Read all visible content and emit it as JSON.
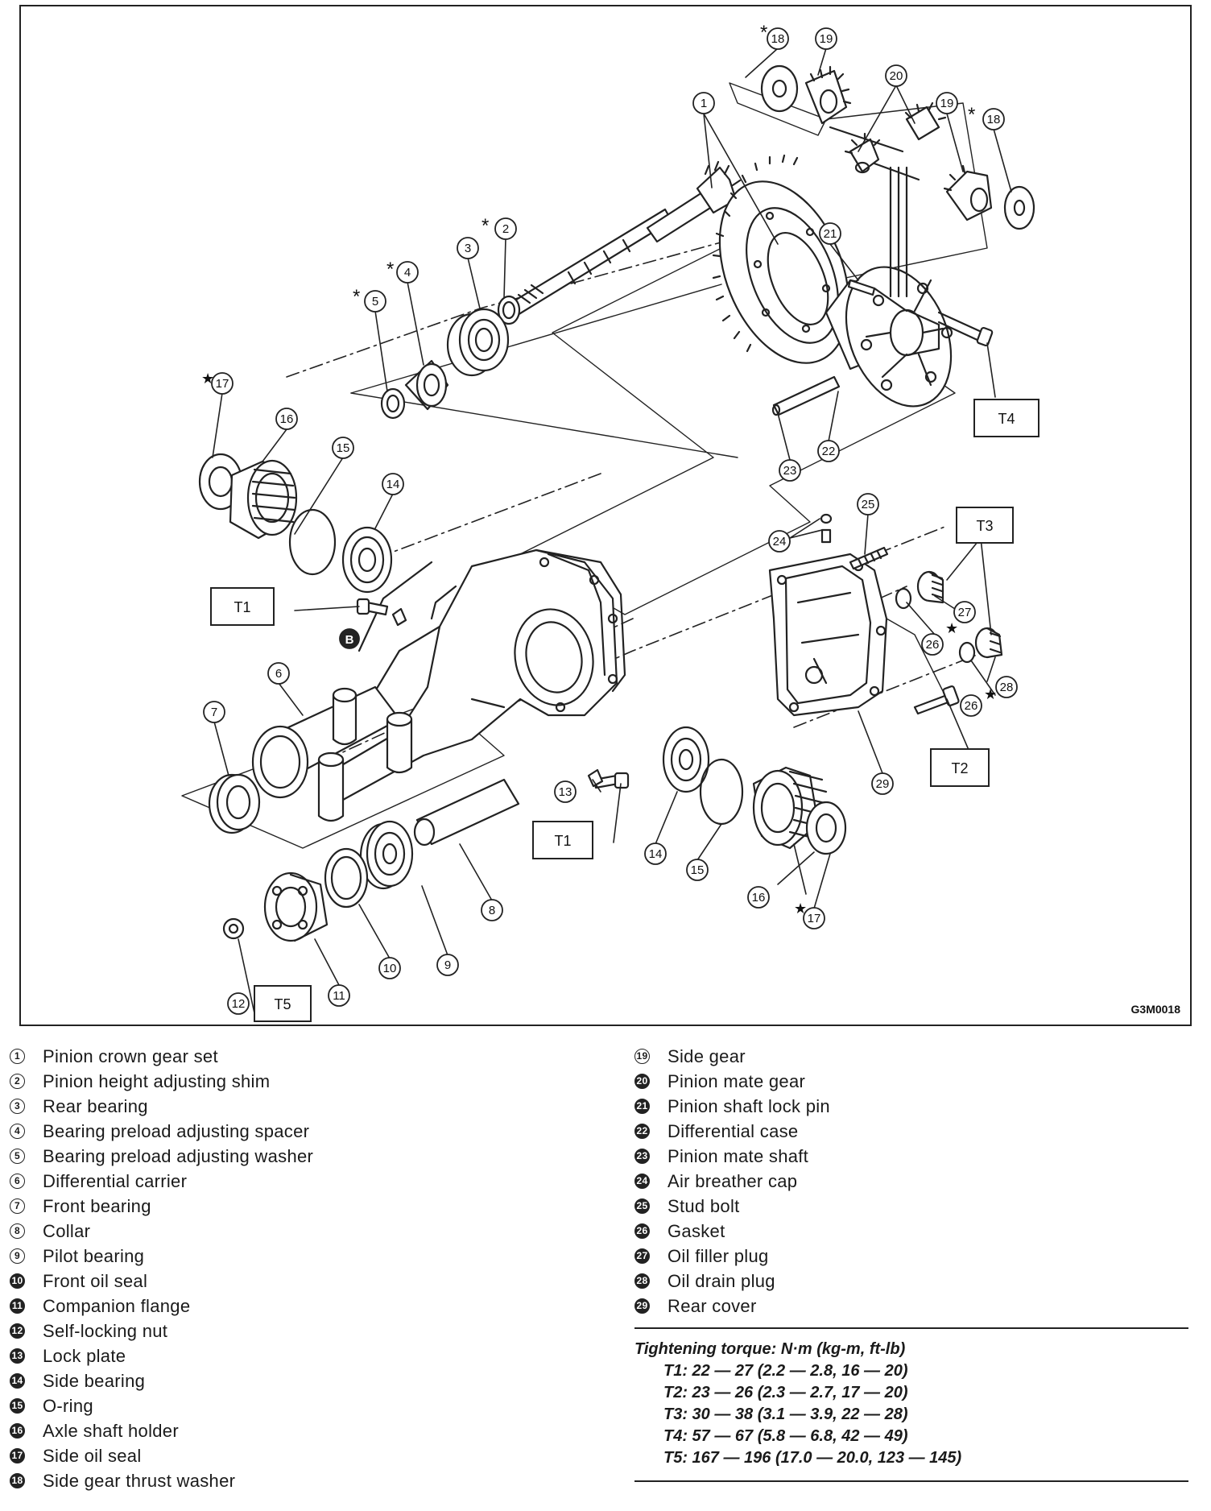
{
  "figure_code": "G3M0018",
  "callouts": {
    "n1": "1",
    "n2": "2",
    "n3": "3",
    "n4": "4",
    "n5": "5",
    "n6": "6",
    "n7": "7",
    "n8": "8",
    "n9": "9",
    "n10": "10",
    "n11": "11",
    "n12": "12",
    "n13": "13",
    "n14": "14",
    "n15": "15",
    "n16": "16",
    "n17": "17",
    "n18": "18",
    "n19": "19",
    "n20": "20",
    "n21": "21",
    "n22": "22",
    "n23": "23",
    "n24": "24",
    "n25": "25",
    "n26": "26",
    "n27": "27",
    "n28": "28",
    "n29": "29",
    "star": "*",
    "bigstar": "★",
    "b": "B"
  },
  "torque_boxes": {
    "t1": "T1",
    "t2": "T2",
    "t3": "T3",
    "t4": "T4",
    "t5": "T5"
  },
  "legend_left": [
    {
      "n": "1",
      "label": "Pinion crown gear set"
    },
    {
      "n": "2",
      "label": "Pinion height adjusting shim"
    },
    {
      "n": "3",
      "label": "Rear bearing"
    },
    {
      "n": "4",
      "label": "Bearing preload adjusting spacer"
    },
    {
      "n": "5",
      "label": "Bearing preload adjusting washer"
    },
    {
      "n": "6",
      "label": "Differential carrier"
    },
    {
      "n": "7",
      "label": "Front bearing"
    },
    {
      "n": "8",
      "label": "Collar"
    },
    {
      "n": "9",
      "label": "Pilot bearing"
    },
    {
      "n": "10",
      "label": "Front oil seal"
    },
    {
      "n": "11",
      "label": "Companion flange"
    },
    {
      "n": "12",
      "label": "Self-locking nut"
    },
    {
      "n": "13",
      "label": "Lock plate"
    },
    {
      "n": "14",
      "label": "Side bearing"
    },
    {
      "n": "15",
      "label": "O-ring"
    },
    {
      "n": "16",
      "label": "Axle shaft holder"
    },
    {
      "n": "17",
      "label": "Side oil seal"
    },
    {
      "n": "18",
      "label": "Side gear thrust washer"
    }
  ],
  "legend_right": [
    {
      "n": "19",
      "label": "Side gear"
    },
    {
      "n": "20",
      "label": "Pinion mate gear"
    },
    {
      "n": "21",
      "label": "Pinion shaft lock pin"
    },
    {
      "n": "22",
      "label": "Differential case"
    },
    {
      "n": "23",
      "label": "Pinion mate shaft"
    },
    {
      "n": "24",
      "label": "Air breather cap"
    },
    {
      "n": "25",
      "label": "Stud bolt"
    },
    {
      "n": "26",
      "label": "Gasket"
    },
    {
      "n": "27",
      "label": "Oil filler plug"
    },
    {
      "n": "28",
      "label": "Oil drain plug"
    },
    {
      "n": "29",
      "label": "Rear cover"
    }
  ],
  "torque": {
    "heading": "Tightening torque: N·m (kg-m, ft-lb)",
    "rows": [
      "T1: 22 — 27 (2.2 — 2.8, 16 — 20)",
      "T2: 23 — 26 (2.3 — 2.7, 17 — 20)",
      "T3: 30 — 38 (3.1 — 3.9, 22 — 28)",
      "T4: 57 — 67 (5.8 — 6.8, 42 — 49)",
      "T5: 167 — 196 (17.0 — 20.0, 123 — 145)"
    ]
  }
}
